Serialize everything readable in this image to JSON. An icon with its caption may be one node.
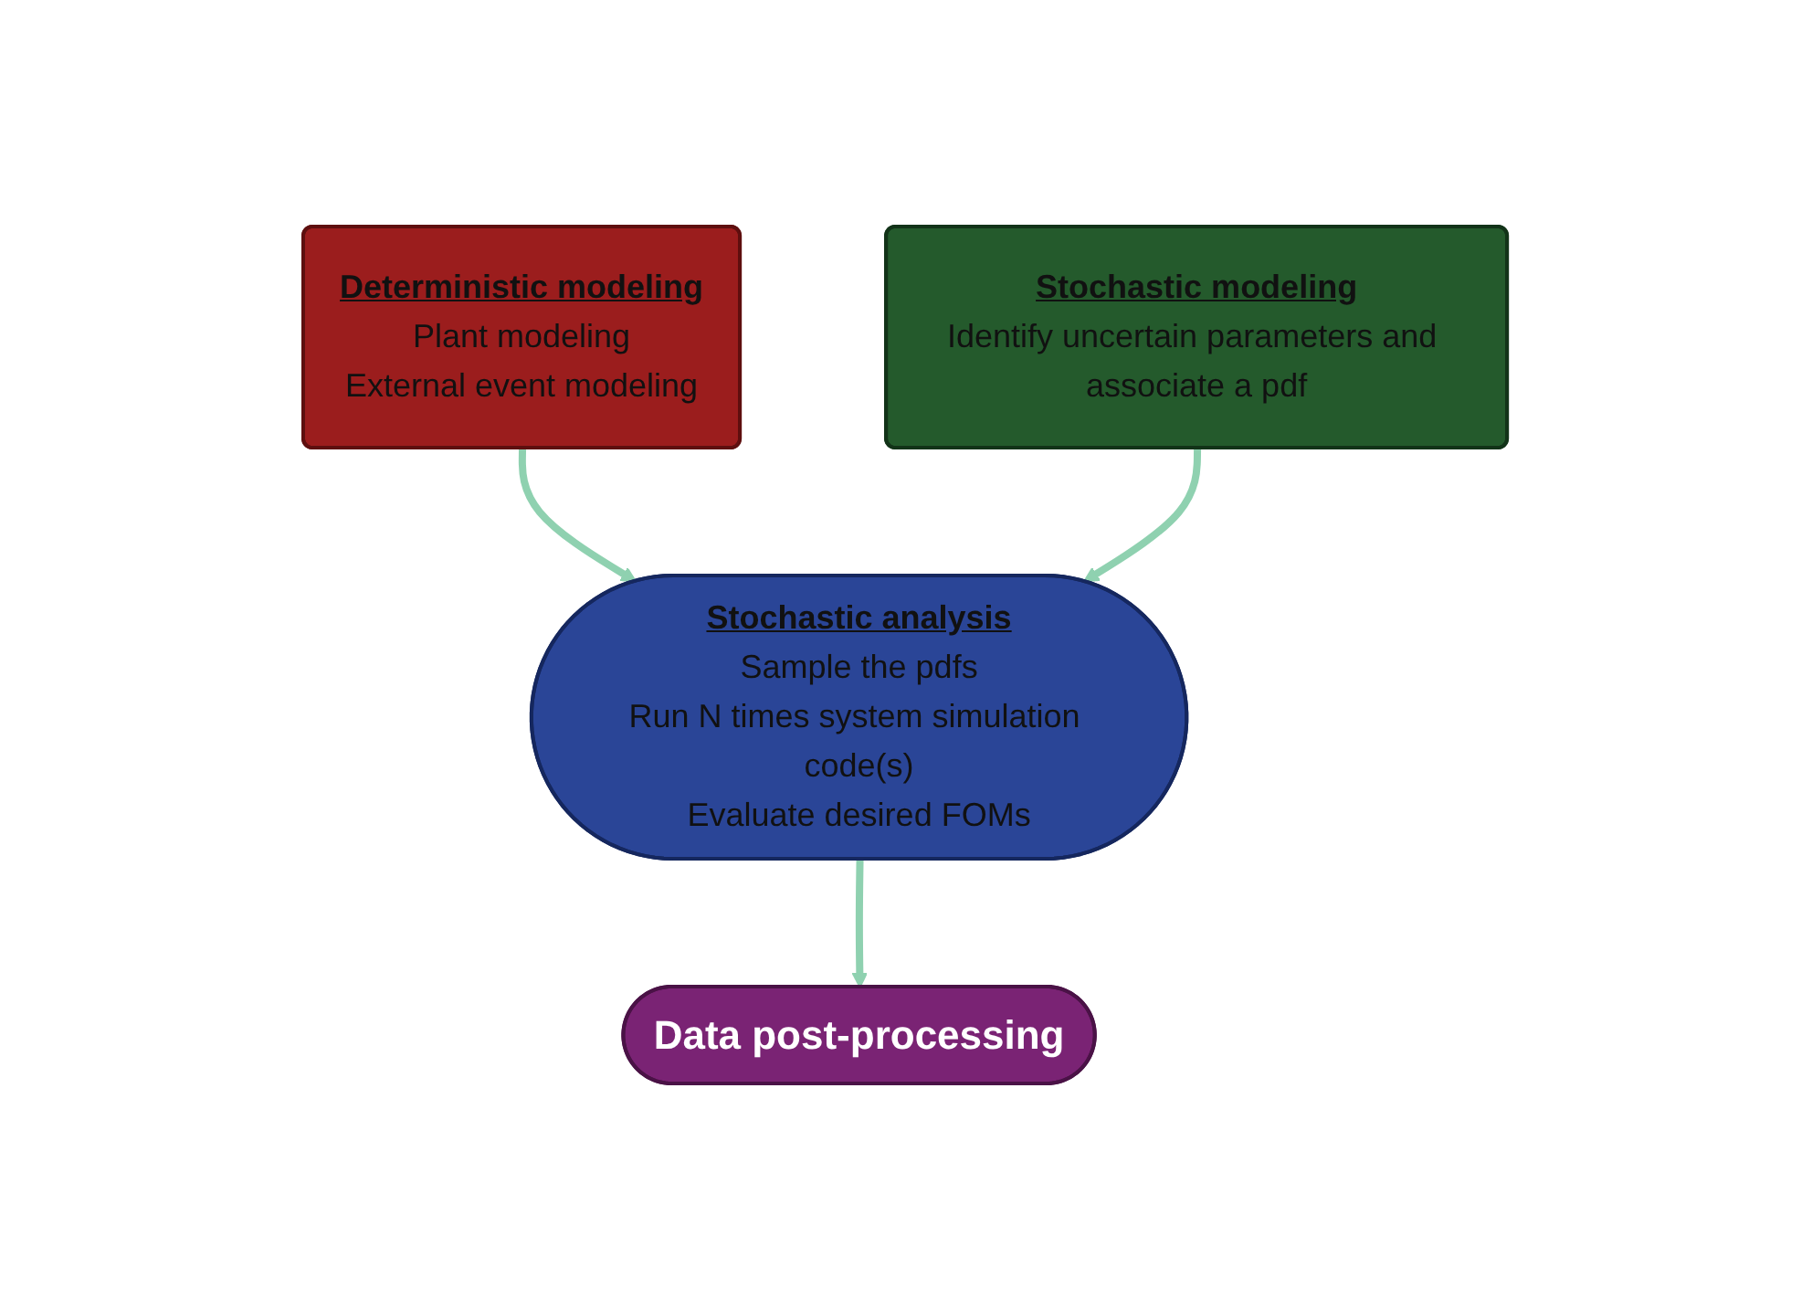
{
  "diagram": {
    "nodes": [
      {
        "text": [
          "Deterministic modeling",
          "Plant modeling",
          "External event modeling"
        ]
      },
      {
        "text": [
          "Stochastic modeling",
          "Identify uncertain parameters and associate a pdf"
        ]
      },
      {
        "text": [
          "Stochastic analysis",
          "Sample the pdfs",
          "Run N times system simulation code(s)",
          "Evaluate desired FOMs"
        ]
      },
      {
        "text": [
          "Data post-processing"
        ]
      }
    ],
    "edges": [
      {
        "from": 0,
        "to": 2,
        "arrow": "to"
      },
      {
        "from": 1,
        "to": 2,
        "arrow": "to"
      },
      {
        "from": 2,
        "to": 3,
        "arrow": "to"
      }
    ]
  }
}
